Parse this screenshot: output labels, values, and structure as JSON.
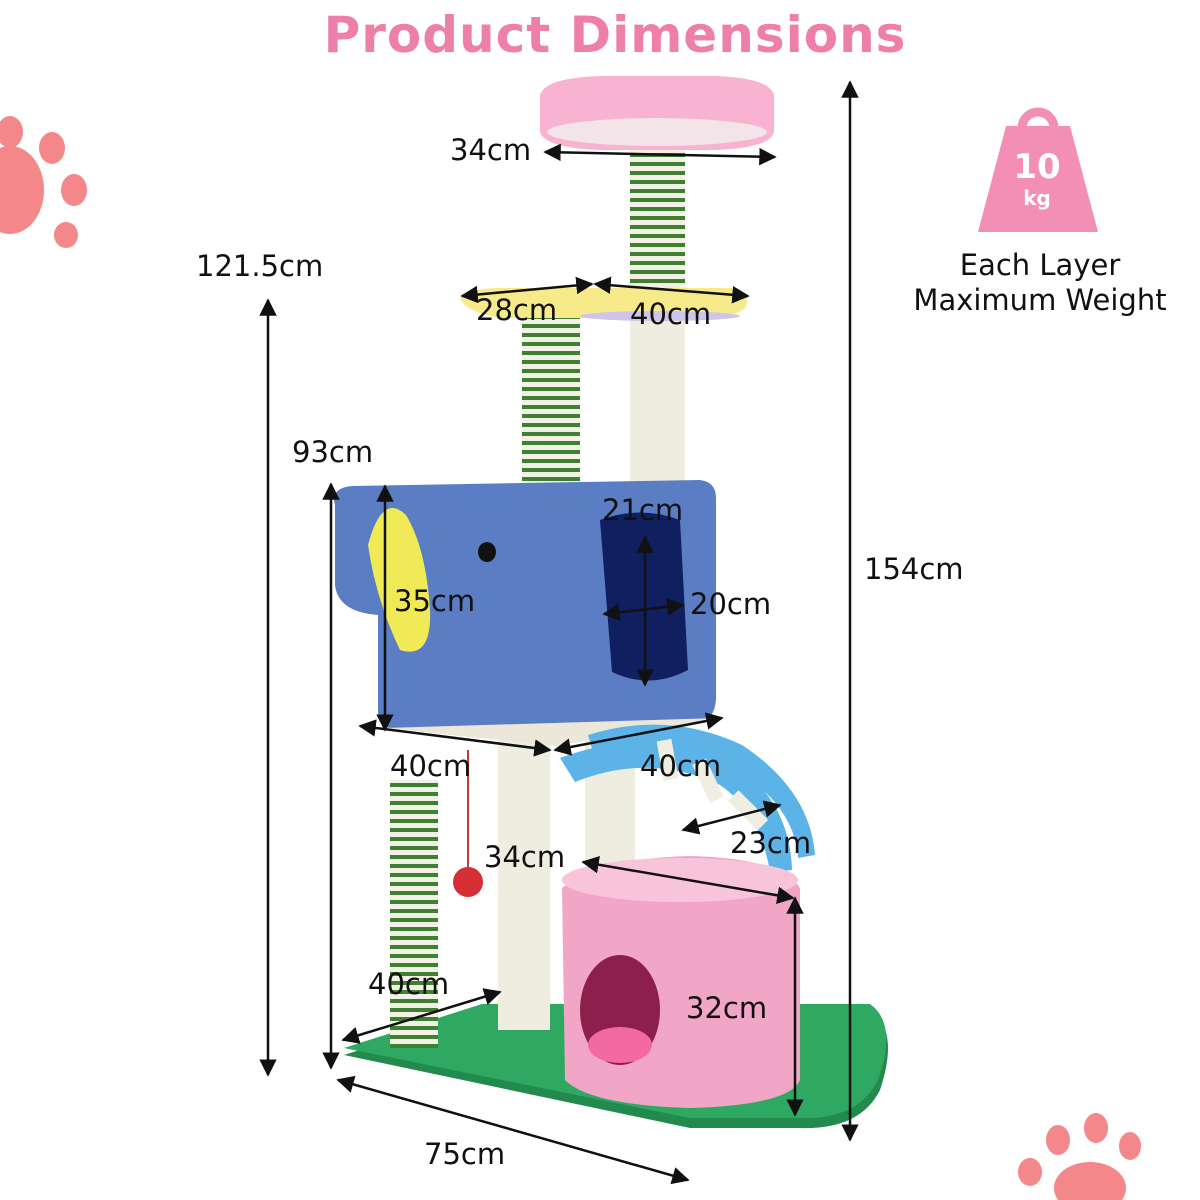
{
  "title": "Product Dimensions",
  "colors": {
    "title": "#EE7FA8",
    "accent_pink": "#F38FB5",
    "paw": "#F4878A",
    "blue_house": "#5B7DC4",
    "grass": "#2FA862",
    "ladder_blue": "#5BB3E8",
    "sisal_green": "#3E7F32",
    "platform_yellow": "#F6EA8A"
  },
  "weight_badge": {
    "value": "10",
    "unit": "kg",
    "caption_line1": "Each Layer",
    "caption_line2": "Maximum Weight"
  },
  "dimensions": {
    "top_perch_width": "34cm",
    "upper_platform_left": "28cm",
    "upper_platform_right": "40cm",
    "height_to_upper_platform": "121.5cm",
    "height_to_condo": "93cm",
    "total_height": "154cm",
    "condo_height": "35cm",
    "condo_door_height": "21cm",
    "condo_door_width": "20cm",
    "condo_depth": "40cm",
    "condo_width": "40cm",
    "ladder_width": "23cm",
    "ladder_to_barrel": "34cm",
    "base_depth": "40cm",
    "barrel_height": "32cm",
    "base_length": "75cm"
  },
  "icons": [
    "paw-print-icon",
    "weight-icon",
    "dimension-arrow-icon"
  ]
}
